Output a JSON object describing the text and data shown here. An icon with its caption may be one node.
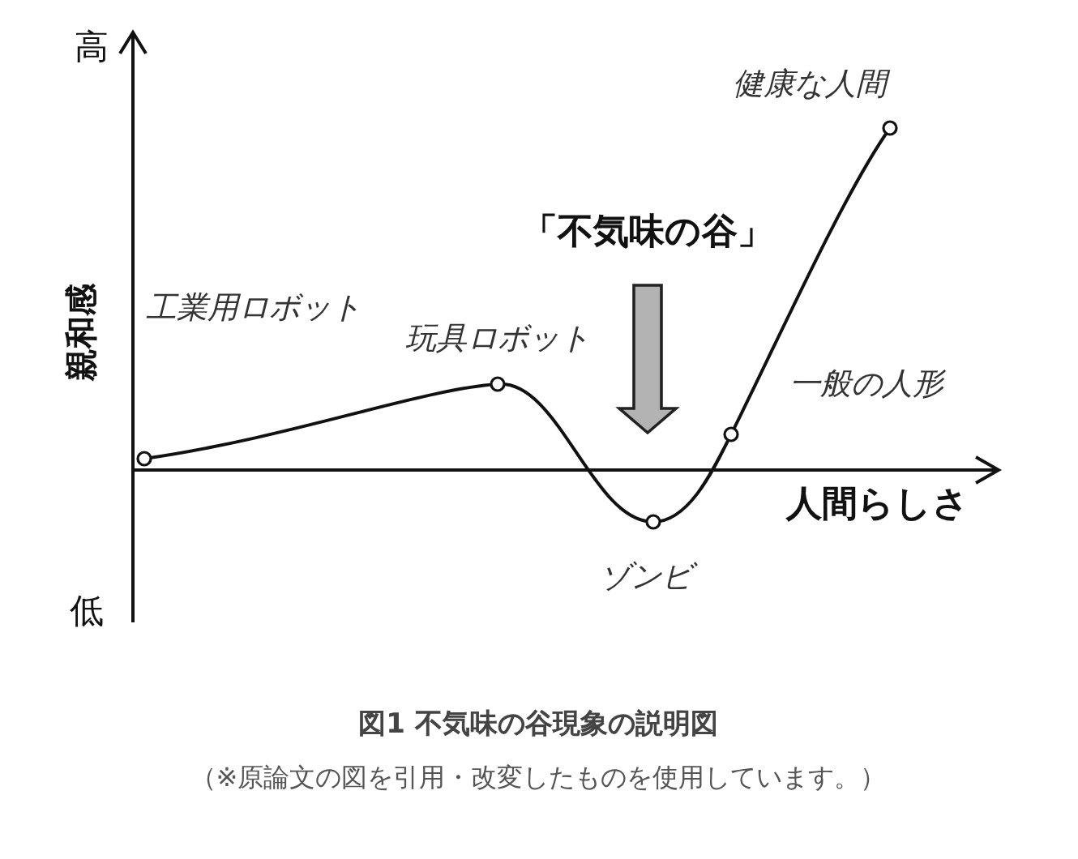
{
  "diagram": {
    "caption": "図1 不気味の谷現象の説明図",
    "labels": [
      "高",
      "健康な人間",
      "「不気味の谷」",
      "親和感",
      "工業用ロボット",
      "玩具ロボット",
      "一般の人形",
      "人間らしさ",
      "ゾンビ",
      "低",
      "（※原論文の図を引用・改変したものを使用しています。）"
    ]
  }
}
